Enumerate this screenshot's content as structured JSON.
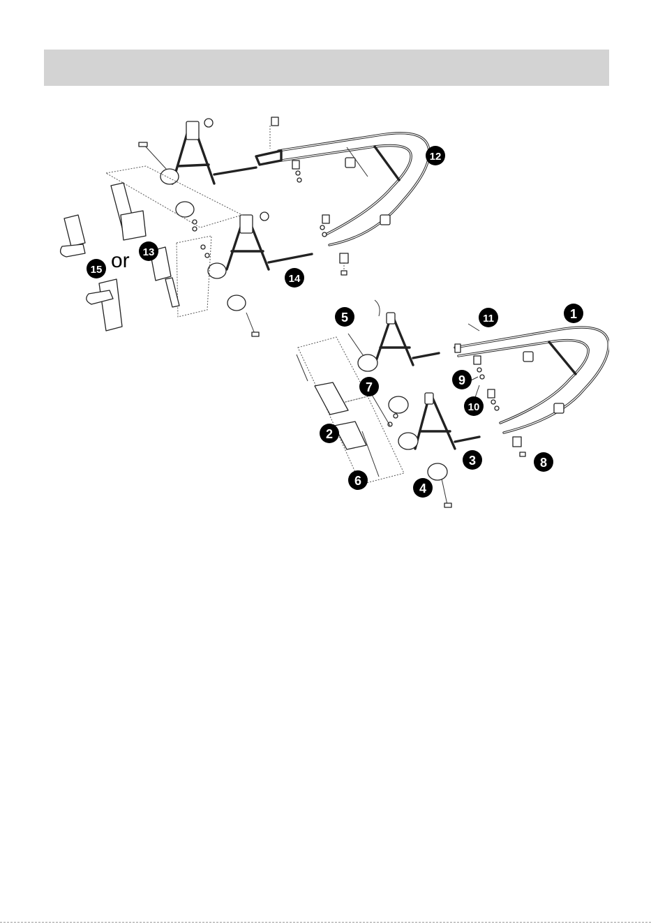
{
  "header": {
    "title": ""
  },
  "diagram": {
    "or_label": "or",
    "callouts": [
      {
        "id": "callout-1",
        "label": "1"
      },
      {
        "id": "callout-2",
        "label": "2"
      },
      {
        "id": "callout-3",
        "label": "3"
      },
      {
        "id": "callout-4",
        "label": "4"
      },
      {
        "id": "callout-5",
        "label": "5"
      },
      {
        "id": "callout-6",
        "label": "6"
      },
      {
        "id": "callout-7",
        "label": "7"
      },
      {
        "id": "callout-8",
        "label": "8"
      },
      {
        "id": "callout-9",
        "label": "9"
      },
      {
        "id": "callout-10",
        "label": "10"
      },
      {
        "id": "callout-11",
        "label": "11"
      },
      {
        "id": "callout-12",
        "label": "12"
      },
      {
        "id": "callout-13",
        "label": "13"
      },
      {
        "id": "callout-14",
        "label": "14"
      },
      {
        "id": "callout-15",
        "label": "15"
      }
    ]
  }
}
